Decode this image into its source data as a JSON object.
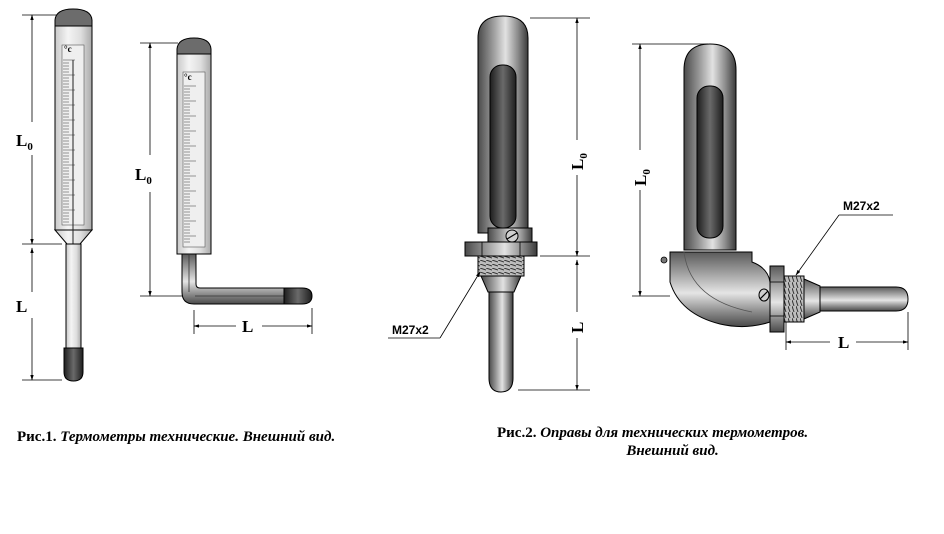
{
  "figure1": {
    "dim_L0_vertical": "L",
    "dim_L0_sub": "0",
    "dim_L_vertical": "L",
    "dim_L0_angled": "L",
    "dim_L0_angled_sub": "0",
    "dim_L_angled": "L",
    "unit_mark_1": "°c",
    "unit_mark_2": "°c",
    "caption_label": "Рис.1.",
    "caption_text": "Термометры технические. Внешний вид."
  },
  "figure2": {
    "dim_L0_straight": "L",
    "dim_L0_straight_sub": "0",
    "dim_L_straight": "L",
    "thread_straight": "M27x2",
    "dim_L0_angled": "L",
    "dim_L0_angled_sub": "0",
    "dim_L_angled": "L",
    "thread_angled": "M27x2",
    "caption_label": "Рис.2.",
    "caption_text_line1": "Оправы для технических термометров.",
    "caption_text_line2": "Внешний вид."
  },
  "colors": {
    "ink": "#000000",
    "glass": "#e6e6e6",
    "metal_dark": "#3a3a3a",
    "metal_mid": "#9a9a9a",
    "metal_light": "#d8d8d8"
  }
}
